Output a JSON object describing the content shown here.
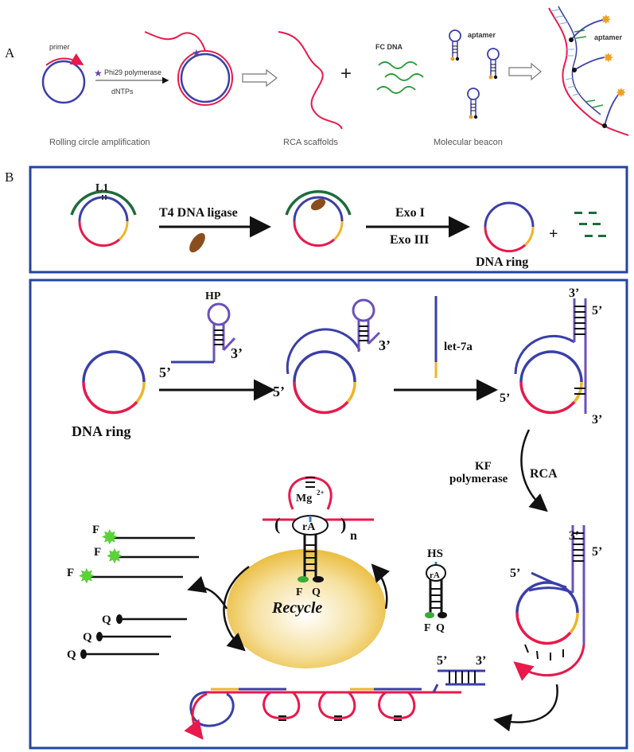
{
  "panel_a": {
    "letter": "A",
    "primer": "primer",
    "polymerase": "Phi29 polymerase",
    "dntps": "dNTPs",
    "fc_dna": "FC DNA",
    "plus": "+",
    "aptamer_1": "aptamer",
    "aptamer_2": "aptamer",
    "caption_rca": "Rolling circle amplification",
    "caption_scaffolds": "RCA scaffolds",
    "caption_beacon": "Molecular beacon"
  },
  "panel_b": {
    "letter": "B",
    "ligation": {
      "l1": "L1",
      "ligase": "T4 DNA ligase",
      "exo1": "Exo I",
      "exo3": "Exo III",
      "ring": "DNA  ring",
      "plus": "+"
    },
    "main": {
      "ring": "DNA  ring",
      "hp": "HP",
      "let7a": "let-7a",
      "kf": "KF",
      "polymerase": "polymerase",
      "rca": "RCA",
      "mg": "Mg",
      "mg_sup": "2+",
      "ra_1": "rA",
      "ra_2": "rA",
      "n": "n",
      "paren_open": "(",
      "paren_close": ")",
      "f": "F",
      "q": "Q",
      "hs": "HS",
      "recycle": "Recycle",
      "end5": "5’",
      "end3": "3’"
    }
  },
  "colors": {
    "blue": "#3a3fa8",
    "red": "#e8194b",
    "yellow": "#f0b428",
    "green": "#1e6b3a",
    "frame": "#2346a0",
    "brown": "#8a4e1e",
    "purple_hp": "#6b51b8"
  }
}
